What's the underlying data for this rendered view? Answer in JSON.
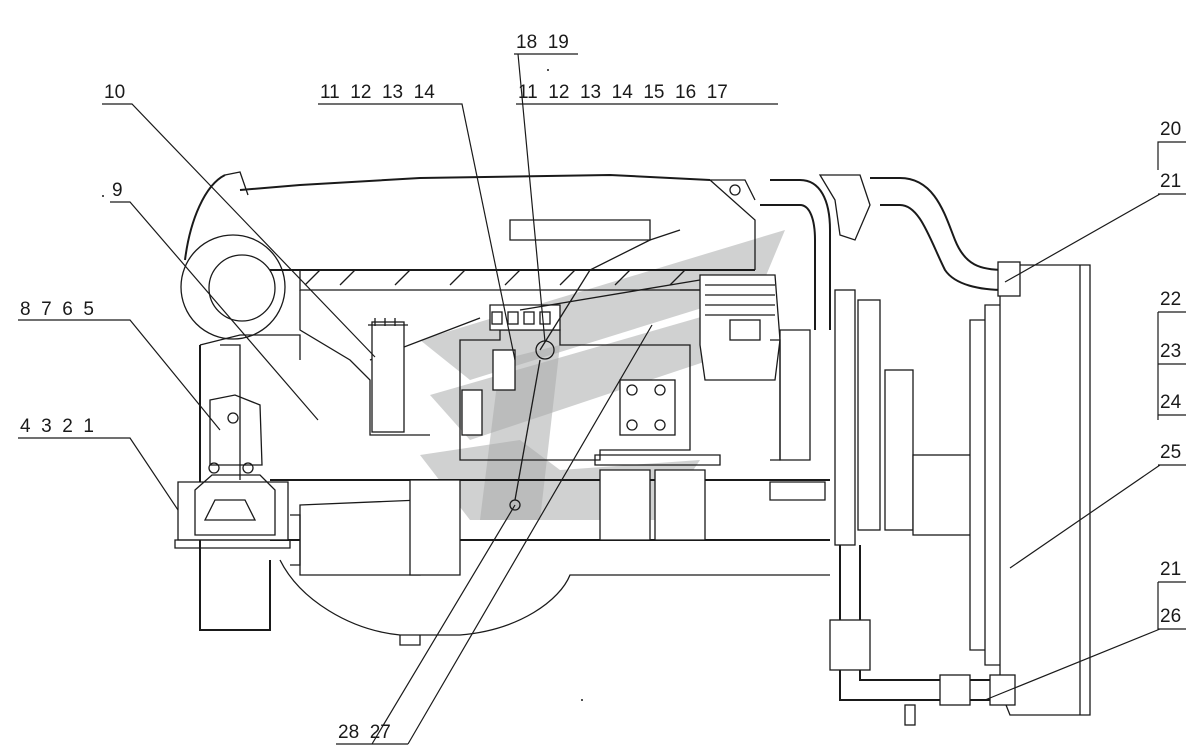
{
  "callouts": {
    "c_1234": "4  3  2  1",
    "c_8765": "8  7  6  5",
    "c_9": "9",
    "c_10": "10",
    "c_11_14": "11  12  13  14",
    "c_18_19": "18  19",
    "c_11_17": "11  12  13  14  15  16  17",
    "c_20": "20",
    "c_21_top": "21",
    "c_22": "22",
    "c_23": "23",
    "c_24": "24",
    "c_25": "25",
    "c_21_bottom": "21",
    "c_26": "26",
    "c_28_27": "28  27"
  },
  "colors": {
    "line": "#1a1a1a",
    "watermark": "#a9acab",
    "background": "#ffffff"
  }
}
